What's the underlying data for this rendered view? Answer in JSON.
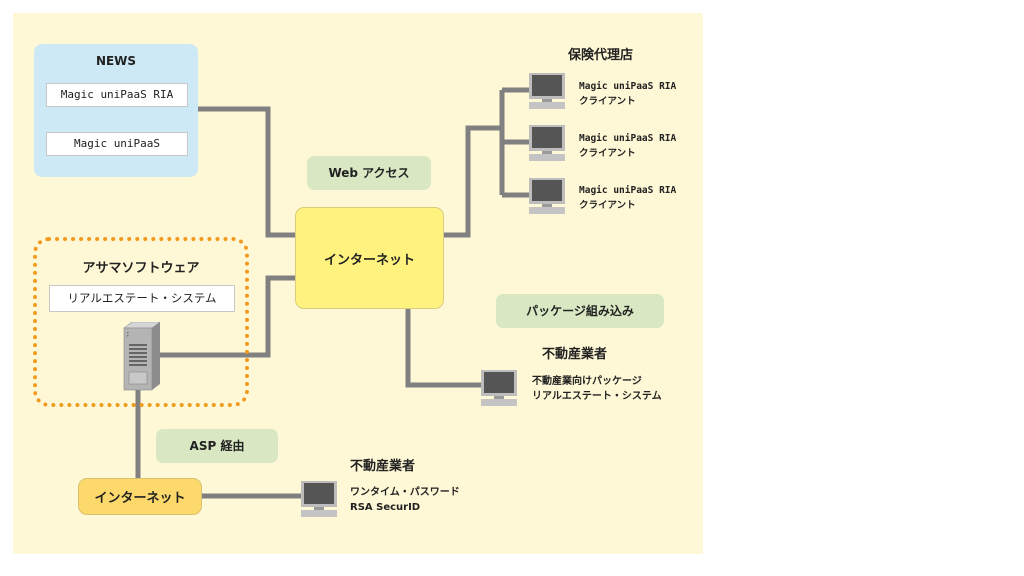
{
  "news": {
    "title": "NEWS",
    "items": [
      "Magic uniPaaS RIA",
      "Magic uniPaaS"
    ]
  },
  "tags": {
    "web_access": "Web アクセス",
    "package": "パッケージ組み込み",
    "asp": "ASP 経由"
  },
  "internet_main": "インターネット",
  "internet_small": "インターネット",
  "asama": {
    "title": "アサマソフトウェア",
    "system": "リアルエステート・システム"
  },
  "insurance": {
    "title": "保険代理店",
    "clients": [
      {
        "line1": "Magic uniPaaS RIA",
        "line2": "クライアント"
      },
      {
        "line1": "Magic uniPaaS RIA",
        "line2": "クライアント"
      },
      {
        "line1": "Magic uniPaaS RIA",
        "line2": "クライアント"
      }
    ]
  },
  "realestate_package": {
    "title": "不動産業者",
    "line1": "不動産業向けパッケージ",
    "line2": "リアルエステート・システム"
  },
  "realestate_asp": {
    "title": "不動産業者",
    "line1": "ワンタイム・パスワード",
    "line2": "RSA SecurID"
  },
  "colors": {
    "background": "#fff8d6",
    "news_box": "#cde9f6",
    "tag": "#d9e8c3",
    "internet_main": "#fff27e",
    "internet_small": "#fdd96b",
    "dotted_border": "#f29a1f",
    "wire": "#808080"
  }
}
